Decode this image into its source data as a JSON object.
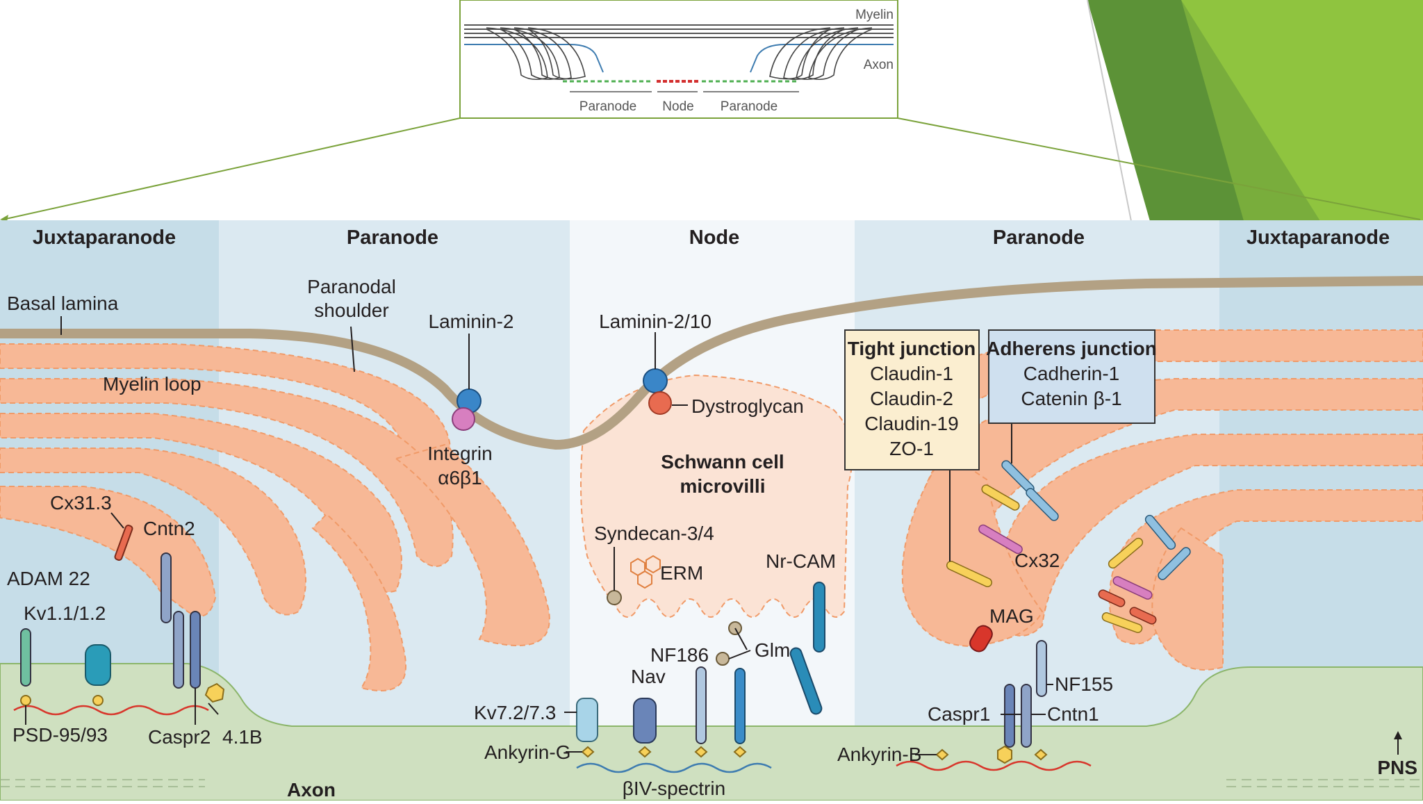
{
  "inset": {
    "myelin": "Myelin",
    "axon": "Axon",
    "paranode_left": "Paranode",
    "node": "Node",
    "paranode_right": "Paranode"
  },
  "regions": {
    "juxta_left": "Juxtaparanode",
    "paranode_left": "Paranode",
    "node": "Node",
    "paranode_right": "Paranode",
    "juxta_right": "Juxtaparanode"
  },
  "labels": {
    "basal_lamina": "Basal lamina",
    "paranodal_shoulder_1": "Paranodal",
    "paranodal_shoulder_2": "shoulder",
    "laminin2": "Laminin-2",
    "laminin210": "Laminin-2/10",
    "myelin_loop": "Myelin loop",
    "dystroglycan": "Dystroglycan",
    "integrin_1": "Integrin",
    "integrin_2": "α6β1",
    "schwann_1": "Schwann cell",
    "schwann_2": "microvilli",
    "cx313": "Cx31.3",
    "cntn2": "Cntn2",
    "adam22": "ADAM 22",
    "kv11": "Kv1.1/1.2",
    "syndecan": "Syndecan-3/4",
    "erm": "ERM",
    "nrcam": "Nr-CAM",
    "cx32": "Cx32",
    "mag": "MAG",
    "glm": "Glm",
    "nf186": "NF186",
    "nav": "Nav",
    "nf155": "NF155",
    "kv72": "Kv7.2/7.3",
    "caspr1": "Caspr1",
    "cntn1": "Cntn1",
    "psd": "PSD-95/93",
    "caspr2": "Caspr2",
    "b41": "4.1B",
    "ankyring": "Ankyrin-G",
    "ankyrinb": "Ankyrin-B",
    "spectrin": "βIV-spectrin",
    "axon": "Axon",
    "pns": "PNS"
  },
  "tight_junction": {
    "title": "Tight junction",
    "items": [
      "Claudin-1",
      "Claudin-2",
      "Claudin-19",
      "ZO-1"
    ]
  },
  "adherens_junction": {
    "title": "Adherens junction",
    "items": [
      "Cadherin-1",
      "Catenin β-1"
    ]
  },
  "colors": {
    "green_dark": "#4e8a3a",
    "green_light": "#8cc63f",
    "myelin": "#f7b896",
    "juxta_bg": "#c6dde8",
    "paranode_bg": "#dbe9f1",
    "axon": "#cfe0c0",
    "lamina": "#b3a184"
  }
}
